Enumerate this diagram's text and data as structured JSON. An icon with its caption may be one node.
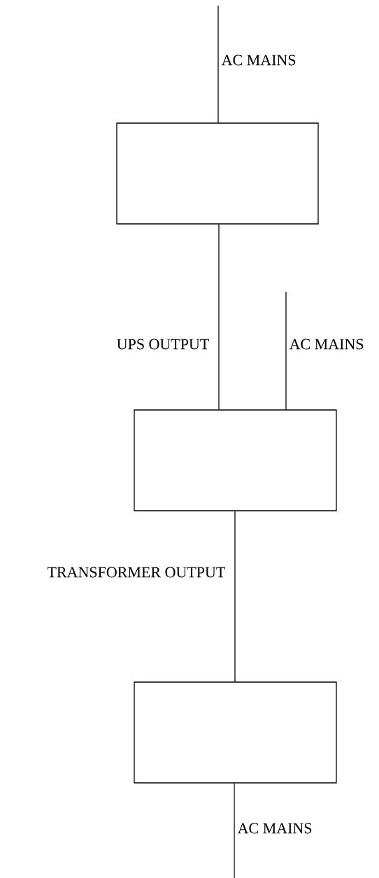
{
  "diagram": {
    "nodes": [
      {
        "text": [],
        "shape": "box"
      },
      {
        "text": [],
        "shape": "box"
      },
      {
        "text": [],
        "shape": "box"
      }
    ],
    "edges": [
      {
        "from": null,
        "to": 0,
        "arrow": "none",
        "label": "AC MAINS"
      },
      {
        "from": 0,
        "to": 1,
        "arrow": "none",
        "label": "UPS OUTPUT"
      },
      {
        "from": null,
        "to": 1,
        "arrow": "none",
        "label": "AC MAINS"
      },
      {
        "from": 1,
        "to": 2,
        "arrow": "none",
        "label": "TRANSFORMER OUTPUT"
      },
      {
        "from": 2,
        "to": null,
        "arrow": "none",
        "label": "AC MAINS"
      }
    ]
  }
}
